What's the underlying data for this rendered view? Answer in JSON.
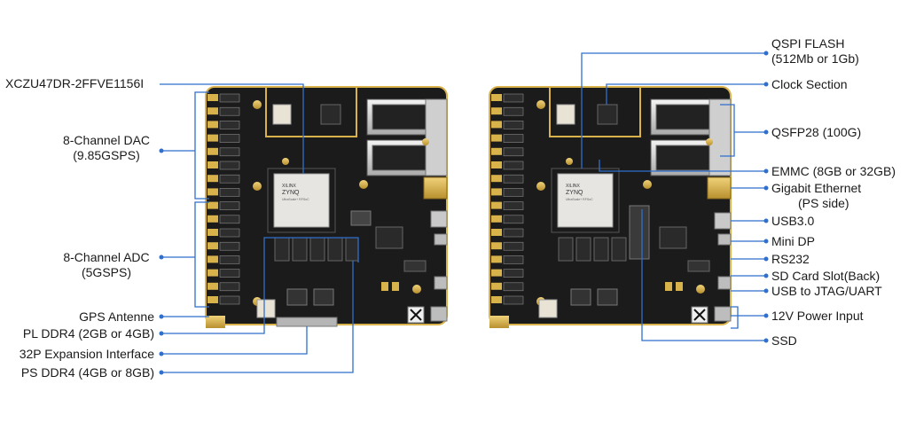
{
  "left_labels": {
    "chip": "XCZU47DR-2FFVE1156I",
    "dac_line1": "8-Channel DAC",
    "dac_line2": "(9.85GSPS)",
    "adc_line1": "8-Channel ADC",
    "adc_line2": "(5GSPS)",
    "gps": "GPS Antenne",
    "pl_ddr4": "PL DDR4 (2GB or 4GB)",
    "expansion": "32P Expansion Interface",
    "ps_ddr4": "PS DDR4 (4GB or 8GB)"
  },
  "right_labels": {
    "qspi_line1": "QSPI FLASH",
    "qspi_line2": "(512Mb or 1Gb)",
    "clock": "Clock Section",
    "qsfp": "QSFP28 (100G)",
    "emmc": "EMMC (8GB or 32GB)",
    "eth_line1": "Gigabit Ethernet",
    "eth_line2": "(PS side)",
    "usb3": "USB3.0",
    "minidp": "Mini DP",
    "rs232": "RS232",
    "sdcard": "SD Card Slot(Back)",
    "jtag": "USB to JTAG/UART",
    "power": "12V Power Input",
    "ssd": "SSD"
  },
  "chip_marking": {
    "brand": "XILINX",
    "family": "ZYNQ",
    "sub": "UltraScale+ RFSoC"
  },
  "colors": {
    "leader": "#2f6fce",
    "board": "#1c1c1c",
    "gold": "#d8b24a"
  }
}
